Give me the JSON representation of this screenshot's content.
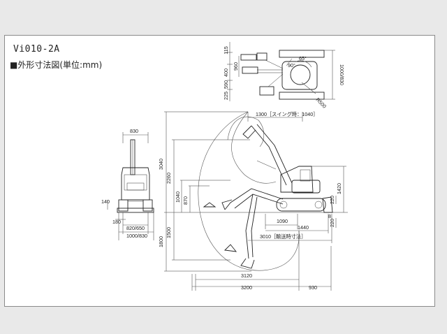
{
  "sheet": {
    "model": "Vi010-2A",
    "heading": "■外形寸法図(単位:mm)"
  },
  "front_view": {
    "dims": {
      "top_width": "830",
      "blade_height": "140",
      "ground_clearance": "180",
      "track_width": "820/650",
      "overall_width": "1000/830"
    }
  },
  "top_view": {
    "dims": {
      "d115": "115",
      "d400": "400",
      "d960": "960",
      "d590": "590",
      "d225": "225",
      "width_right": "1000/830",
      "swing_radius": "R500",
      "angle_left": "90°",
      "angle_right": "65°"
    }
  },
  "side_view": {
    "dims": {
      "swing_length": "1300［スイング時：1040］",
      "max_dig_height": "3040",
      "max_dump_height": "2260",
      "h1040": "1040",
      "h870": "870",
      "max_dig_depth": "1800",
      "max_vertical_depth": "1500",
      "cab_height": "1420",
      "h220a": "220",
      "h220b": "220",
      "blade_lift": "8",
      "track_length": "1090",
      "d1440": "1440",
      "transport_length": "3010［輸送時寸法］",
      "max_reach_ground": "3120",
      "max_reach": "3200",
      "tail": "930"
    }
  }
}
